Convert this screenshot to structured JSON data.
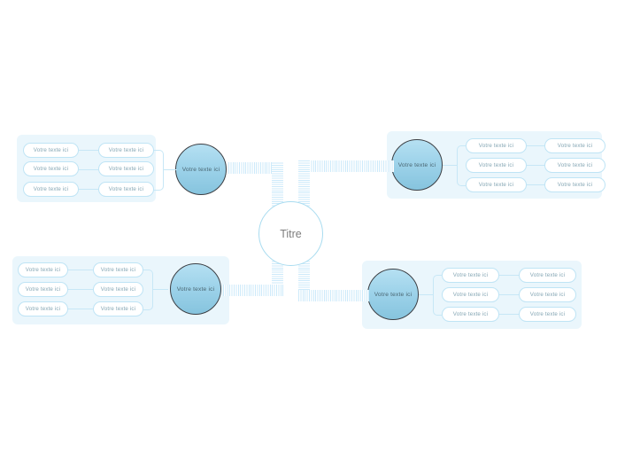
{
  "diagram": {
    "type": "mind-map",
    "language": "fr",
    "center": {
      "label": "Titre"
    },
    "node_placeholder": "Votre texte ici",
    "colors": {
      "page_background": "#ffffff",
      "panel_background": "#eaf6fc",
      "pill_border": "#bfe4f5",
      "pill_background": "#ffffff",
      "pill_text": "#86a7b5",
      "circle_border": "#3c3f44",
      "circle_gradient_top": "#b5e0f2",
      "circle_gradient_bottom": "#86c4de",
      "circle_text": "#4a6672",
      "center_border": "#a9dcf0",
      "center_text": "#7d7d7d",
      "connector_line": "#c7e7f6",
      "ribbon_stripe": "#cdeafa"
    },
    "branches": [
      {
        "id": "top-left",
        "position": "top-left",
        "circle_label": "Votre texte ici",
        "inner_nodes": [
          "Votre texte ici",
          "Votre texte ici",
          "Votre texte ici"
        ],
        "outer_nodes": [
          "Votre texte ici",
          "Votre texte ici",
          "Votre texte ici"
        ]
      },
      {
        "id": "top-right",
        "position": "top-right",
        "circle_label": "Votre texte ici",
        "inner_nodes": [
          "Votre texte ici",
          "Votre texte ici",
          "Votre texte ici"
        ],
        "outer_nodes": [
          "Votre texte ici",
          "Votre texte ici",
          "Votre texte ici"
        ]
      },
      {
        "id": "bottom-left",
        "position": "bottom-left",
        "circle_label": "Votre texte ici",
        "inner_nodes": [
          "Votre texte ici",
          "Votre texte ici",
          "Votre texte ici"
        ],
        "outer_nodes": [
          "Votre texte ici",
          "Votre texte ici",
          "Votre texte ici"
        ]
      },
      {
        "id": "bottom-right",
        "position": "bottom-right",
        "circle_label": "Votre texte ici",
        "inner_nodes": [
          "Votre texte ici",
          "Votre texte ici",
          "Votre texte ici"
        ],
        "outer_nodes": [
          "Votre texte ici",
          "Votre texte ici",
          "Votre texte ici"
        ]
      }
    ]
  }
}
